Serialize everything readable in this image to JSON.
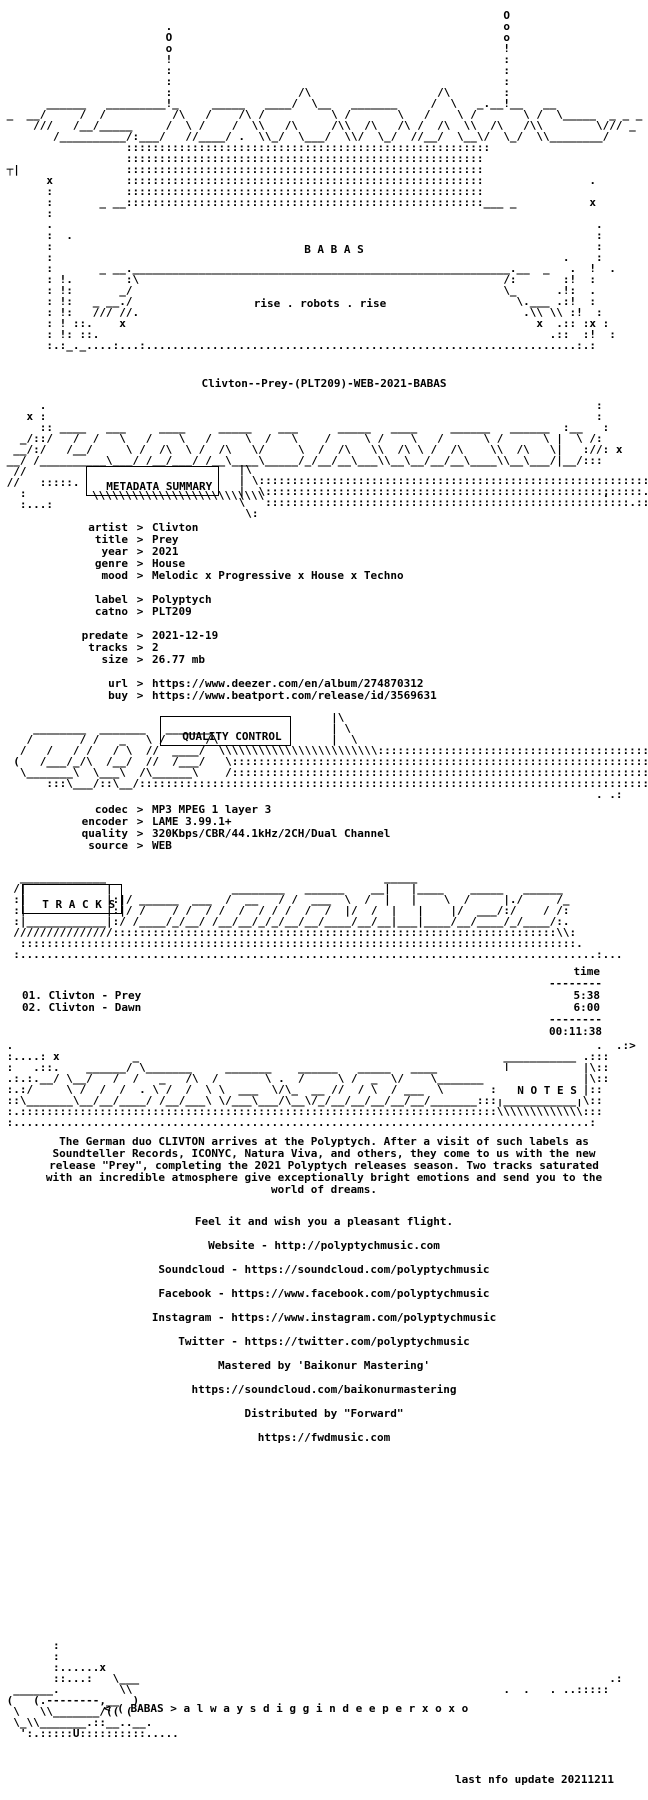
{
  "header": {
    "group_letters": "B         A           B         A          S",
    "slogan": "rise . robots . rise"
  },
  "release_name": "Clivton--Prey-(PLT209)-WEB-2021-BABAS",
  "sections": {
    "metadata_title": "METADATA SUMMARY",
    "quality_title": "QUALITY CONTROL",
    "tracks_title": "T R A C K S",
    "notes_title": "N O T E S"
  },
  "metadata": [
    {
      "key": "artist",
      "value": "Clivton"
    },
    {
      "key": "title",
      "value": "Prey"
    },
    {
      "key": "year",
      "value": "2021"
    },
    {
      "key": "genre",
      "value": "House"
    },
    {
      "key": "mood",
      "value": "Melodic x Progressive x House x Techno"
    },
    {
      "key": "label",
      "value": "Polyptych"
    },
    {
      "key": "catno",
      "value": "PLT209"
    },
    {
      "key": "predate",
      "value": "2021-12-19"
    },
    {
      "key": "tracks",
      "value": "2"
    },
    {
      "key": "size",
      "value": "26.77 mb"
    },
    {
      "key": "url",
      "value": "https://www.deezer.com/en/album/274870312"
    },
    {
      "key": "buy",
      "value": "https://www.beatport.com/release/id/3569631"
    }
  ],
  "quality": [
    {
      "key": "codec",
      "value": "MP3 MPEG 1 layer 3"
    },
    {
      "key": "encoder",
      "value": "LAME 3.99.1+"
    },
    {
      "key": "quality",
      "value": "320Kbps/CBR/44.1kHz/2CH/Dual Channel"
    },
    {
      "key": "source",
      "value": "WEB"
    }
  ],
  "tracklist": {
    "time_header": "time",
    "time_rule": "--------",
    "items": [
      {
        "title": "01. Clivton - Prey",
        "time": "5:38"
      },
      {
        "title": "02. Clivton - Dawn",
        "time": "6:00"
      }
    ],
    "total_rule": "--------",
    "total": "00:11:38"
  },
  "notes": {
    "paragraph": "The German duo CLIVTON arrives at the Polyptych. After a visit of such labels as Soundteller Records, ICONYC, Natura Viva, and others, they come to us with the new release \"Prey\", completing the 2021 Polyptych releases season. Two tracks saturated with an incredible atmosphere give exceptionally bright emotions and send you to the world of dreams.",
    "lines": [
      "Feel it and wish you a pleasant flight.",
      "Website - http://polyptychmusic.com",
      "Soundcloud - https://soundcloud.com/polyptychmusic",
      "Facebook - https://www.facebook.com/polyptychmusic",
      "Instagram - https://www.instagram.com/polyptychmusic",
      "Twitter - https://twitter.com/polyptychmusic",
      "Mastered by 'Baikonur Mastering'",
      "https://soundcloud.com/baikonurmastering",
      "Distributed by \"Forward\"",
      "https://fwdmusic.com"
    ]
  },
  "footer": {
    "tagline": "< ( BABAS > a l w a y s d i g g i n d e e p e r x o x o",
    "update": "last nfo update 20211211"
  }
}
